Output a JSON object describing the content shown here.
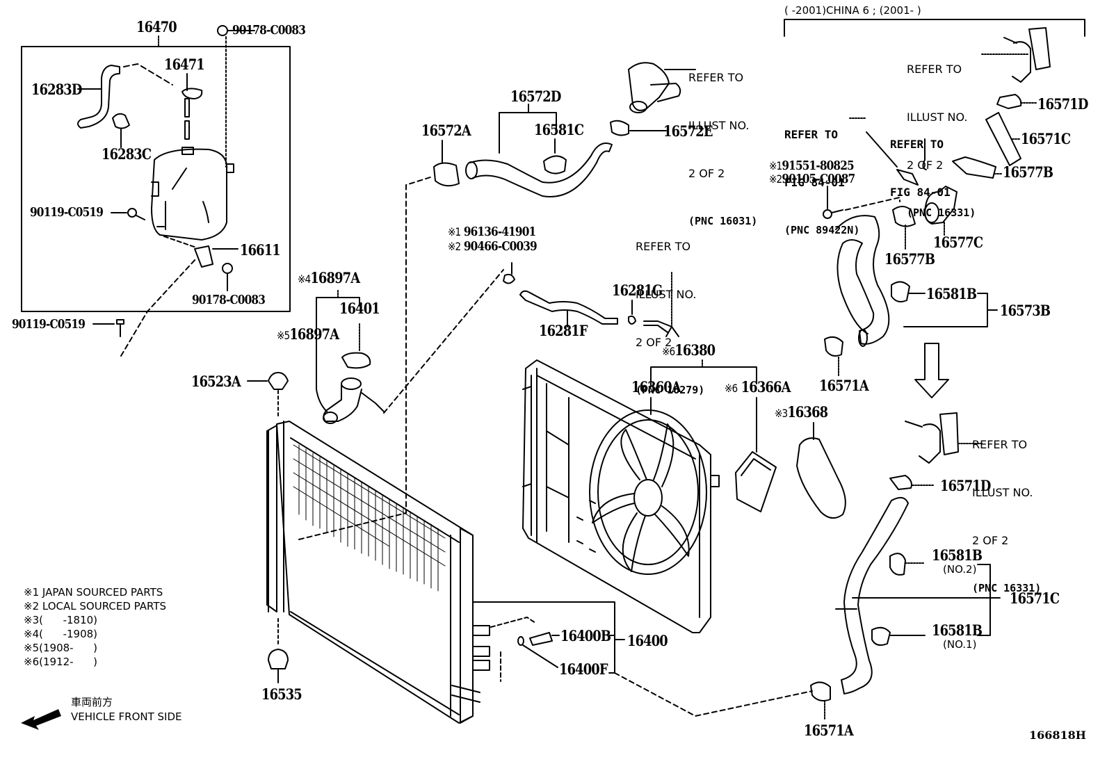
{
  "diagram": {
    "illustration_number": "166818H",
    "variant_header": "(      -2001)CHINA 6 ; (2001-      )",
    "direction": {
      "japanese": "車両前方",
      "english": "VEHICLE FRONT SIDE",
      "arrow_icon": "arrow-left-down-icon"
    },
    "legend": [
      {
        "mark": "※1",
        "text": "JAPAN SOURCED PARTS"
      },
      {
        "mark": "※2",
        "text": "LOCAL SOURCED PARTS"
      },
      {
        "mark": "※3",
        "text": "(      -1810)"
      },
      {
        "mark": "※4",
        "text": "(      -1908)"
      },
      {
        "mark": "※5",
        "text": "(1908-      )"
      },
      {
        "mark": "※6",
        "text": "(1912-      )"
      }
    ],
    "parts": {
      "p16470": "16470",
      "p90178_top": "90178-C0083",
      "p16471": "16471",
      "p16283D": "16283D",
      "p16283C": "16283C",
      "p90119_in": "90119-C0519",
      "p16611": "16611",
      "p90178_bot": "90178-C0083",
      "p90119_out": "90119-C0519",
      "p16897A_4": "16897A",
      "p16897A_4_mark": "※4",
      "p16401": "16401",
      "p16897A_5": "16897A",
      "p16897A_5_mark": "※5",
      "p16523A": "16523A",
      "p16535": "16535",
      "p16572D": "16572D",
      "p16572A": "16572A",
      "p16581C": "16581C",
      "p16572E": "16572E",
      "p96136_mark": "※1",
      "p96136": "96136-41901",
      "p90466_mark": "※2",
      "p90466": "90466-C0039",
      "p16281G": "16281G",
      "p16281F": "16281F",
      "p16380_mark": "※6",
      "p16380": "16380",
      "p16360A": "16360A",
      "p16366A_mark": "※6",
      "p16366A": "16366A",
      "p16368_mark": "※3",
      "p16368": "16368",
      "p16400B": "16400B",
      "p16400": "16400",
      "p16400F": "16400F",
      "p91551_mark": "※1",
      "p91551": "91551-80825",
      "p90105_mark": "※2",
      "p90105": "90105-C0087",
      "p16571D_top": "16571D",
      "p16571C_top": "16571C",
      "p16577B_top": "16577B",
      "p16577C": "16577C",
      "p16577B_bot": "16577B",
      "p16581B_top": "16581B",
      "p16573B": "16573B",
      "p16571A_top": "16571A",
      "p16571D_bot": "16571D",
      "p16581B_no2": "16581B",
      "p16581B_no2_sub": "(NO.2)",
      "p16571C_bot": "16571C",
      "p16581B_no1": "16581B",
      "p16581B_no1_sub": "(NO.1)",
      "p16571A_bot": "16571A"
    },
    "references": {
      "r16031": {
        "l1": "REFER TO",
        "l2": "ILLUST NO.",
        "l3": "2 OF 2",
        "l4": "(PNC 16031)"
      },
      "r16279": {
        "l1": "REFER TO",
        "l2": "ILLUST NO.",
        "l3": "2 OF 2",
        "l4": "(PNC 16279)"
      },
      "r16331_top": {
        "l1": "REFER TO",
        "l2": "ILLUST NO.",
        "l3": "2 OF 2",
        "l4": "(PNC 16331)"
      },
      "r16331_bot": {
        "l1": "REFER TO",
        "l2": "ILLUST NO.",
        "l3": "2 OF 2",
        "l4": "(PNC 16331)"
      },
      "r89422N": {
        "l1": "REFER TO",
        "l2": "FIG 84-01",
        "l3": "(PNC 89422N)"
      },
      "r8401": {
        "l1": "REFER TO",
        "l2": "FIG 84-01"
      }
    }
  }
}
